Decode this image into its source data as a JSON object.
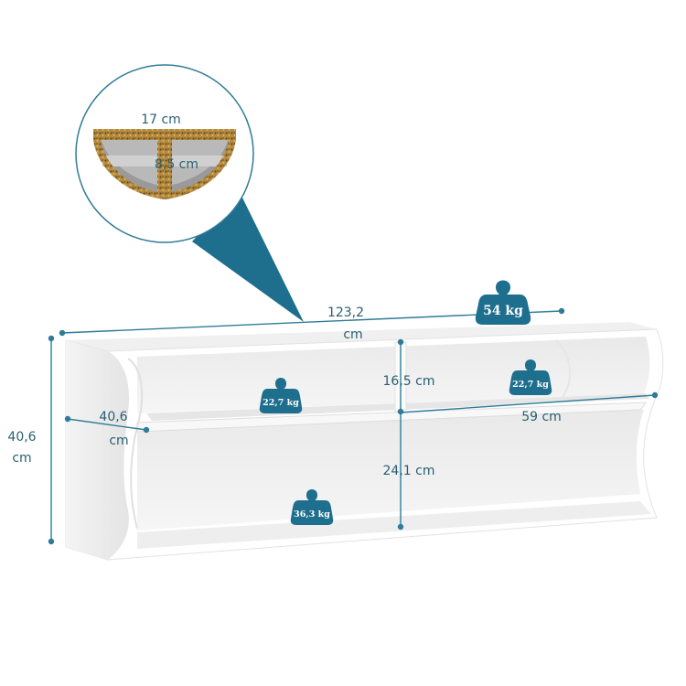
{
  "dimensions": {
    "inset_width": "17 cm",
    "inset_thickness": "8,5 cm",
    "total_width_value": "123,2",
    "total_width_unit": "cm",
    "height_value": "40,6",
    "height_unit": "cm",
    "depth_value": "40,6",
    "depth_unit": "cm",
    "upper_shelf_height": "16,5 cm",
    "lower_shelf_height": "24,1 cm",
    "compartment_width": "59 cm"
  },
  "weights": {
    "total_capacity": "54 kg",
    "upper_left": "22,7 kg",
    "upper_right": "22,7 kg",
    "bottom": "36,3 kg"
  },
  "colors": {
    "accent": "#1e6e8e",
    "dimension_line": "#2f7c98",
    "dimension_text": "#2a5f72",
    "board_face": "#ffffff",
    "board_shadow": "#dcdcdc",
    "particle_board": "#b8924a"
  }
}
